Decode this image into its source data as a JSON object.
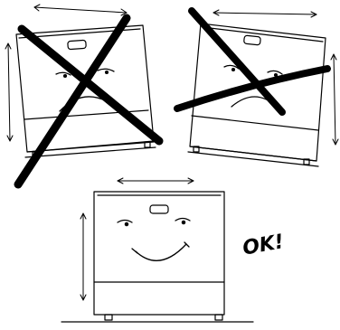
{
  "panels": [
    {
      "id": "tilted-left",
      "status": "incorrect",
      "expression": "sad",
      "marker": "x-cross-icon"
    },
    {
      "id": "tilted-right",
      "status": "incorrect",
      "expression": "sad",
      "marker": "strike-through-icon"
    },
    {
      "id": "level",
      "status": "correct",
      "expression": "happy",
      "label": "OK!"
    }
  ],
  "colors": {
    "ink": "#000000",
    "paper": "#ffffff"
  }
}
